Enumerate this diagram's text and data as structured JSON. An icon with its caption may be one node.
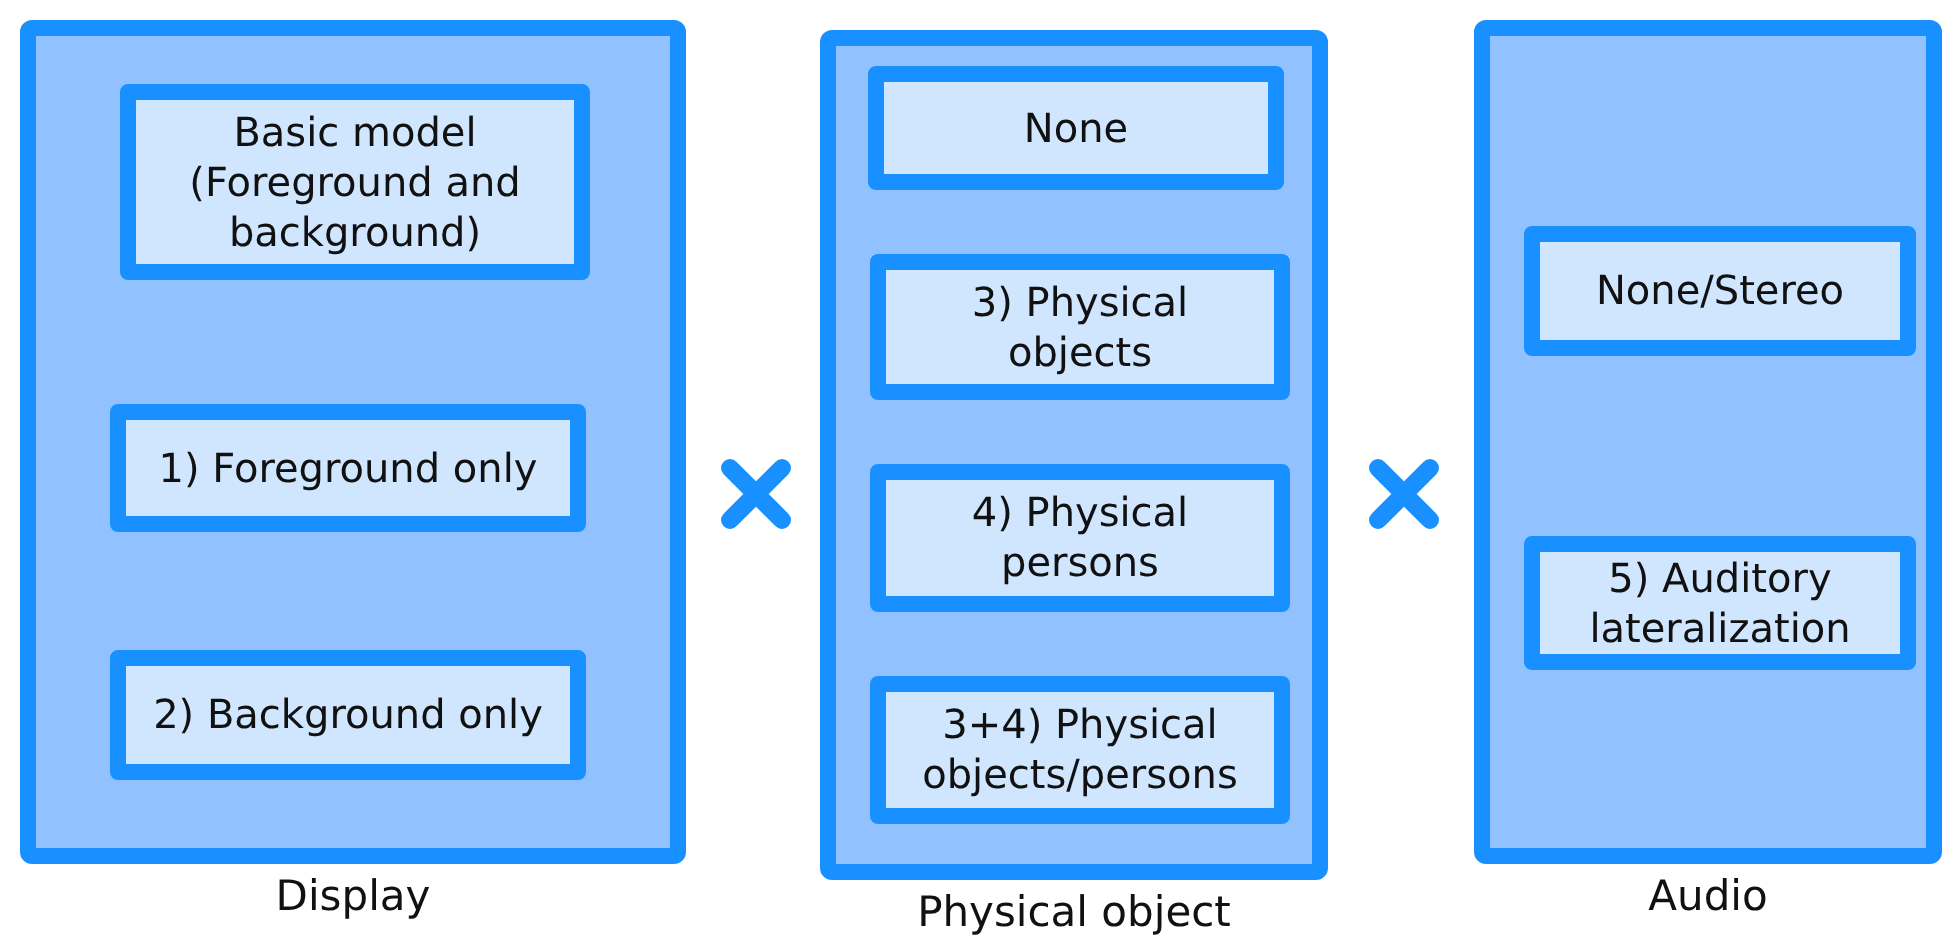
{
  "diagram": {
    "nodes": [
      {
        "text": [],
        "shape": "box",
        "beside": [
          "Display"
        ]
      },
      {
        "text": [
          "Basic model (Foreground and background)"
        ],
        "in": 0
      },
      {
        "text": [
          "1) Foreground only"
        ],
        "in": 0
      },
      {
        "text": [
          "2) Background only"
        ],
        "in": 0
      },
      {
        "text": [],
        "shape": "box",
        "beside": [
          "Physical object"
        ]
      },
      {
        "text": [
          "None"
        ],
        "in": 4
      },
      {
        "text": [
          "3) Physical objects"
        ],
        "in": 4
      },
      {
        "text": [
          "4) Physical persons"
        ],
        "in": 4
      },
      {
        "text": [
          "3+4) Physical objects/persons"
        ],
        "in": 4
      },
      {
        "text": [],
        "shape": "box",
        "beside": [
          "Audio"
        ]
      },
      {
        "text": [
          "None/Stereo"
        ],
        "in": 9
      },
      {
        "text": [
          "5) Auditory lateralization"
        ],
        "in": 9
      }
    ]
  }
}
